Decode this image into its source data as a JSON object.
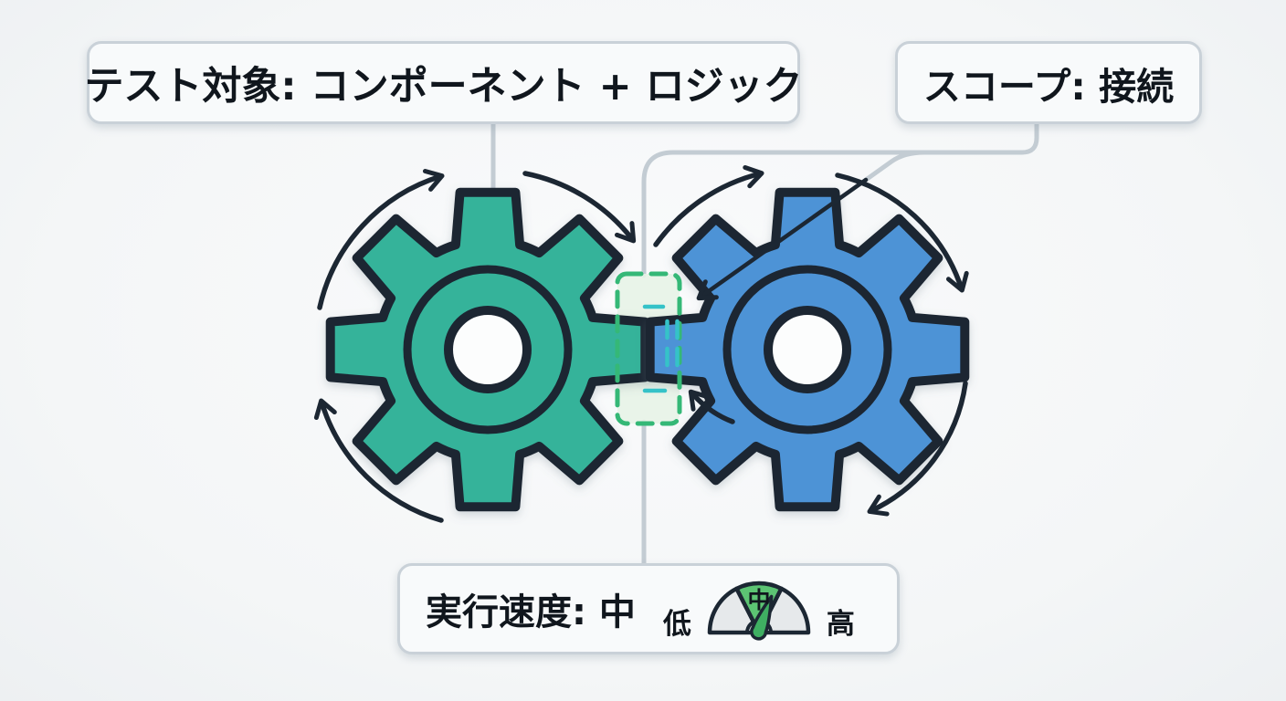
{
  "labels": {
    "test_target": "テスト対象: コンポーネント + ロジック",
    "scope": "スコープ: 接続",
    "speed": "実行速度: 中"
  },
  "gauge": {
    "low": "低",
    "mid": "中",
    "high": "高"
  },
  "colors": {
    "bg": "#F4F6F7",
    "box_fill": "#F8FAFB",
    "box_border": "#C9D1D8",
    "text": "#10161D",
    "outline": "#1C2733",
    "left_gear": "#35B39A",
    "right_gear": "#4E93D6",
    "connector": "#C3CCD3",
    "dash_green": "#35B877",
    "mesh_fill": "#E7F3E7",
    "accent_cyan": "#35C2C8",
    "gauge_green": "#5CC473",
    "gauge_gray": "#E6E9EB",
    "needle_green": "#3FAF62"
  }
}
